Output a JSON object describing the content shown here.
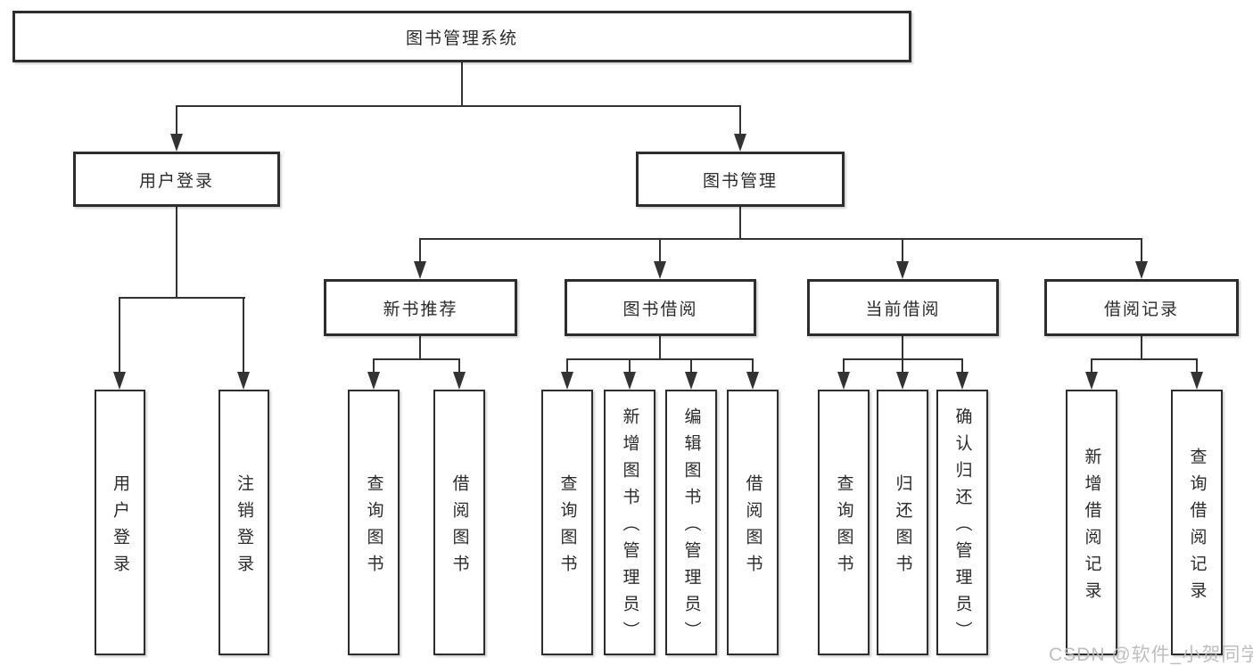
{
  "nodes": {
    "root": "图书管理系统",
    "user_login": "用户登录",
    "book_mgmt": "图书管理",
    "new_book_rec": "新书推荐",
    "book_borrow": "图书借阅",
    "current_borrow": "当前借阅",
    "borrow_records": "借阅记录",
    "leaf_user_login": "用户登录",
    "leaf_logout": "注销登录",
    "leaf_rec_query": "查询图书",
    "leaf_rec_borrow": "借阅图书",
    "leaf_bb_query": "查询图书",
    "leaf_bb_add": "新增图书（管理员）",
    "leaf_bb_edit": "编辑图书（管理员）",
    "leaf_bb_borrow": "借阅图书",
    "leaf_cb_query": "查询图书",
    "leaf_cb_return": "归还图书",
    "leaf_cb_confirm": "确认归还（管理员）",
    "leaf_br_add": "新增借阅记录",
    "leaf_br_query": "查询借阅记录"
  },
  "hierarchy": {
    "图书管理系统": {
      "用户登录": [
        "用户登录",
        "注销登录"
      ],
      "图书管理": {
        "新书推荐": [
          "查询图书",
          "借阅图书"
        ],
        "图书借阅": [
          "查询图书",
          "新增图书（管理员）",
          "编辑图书（管理员）",
          "借阅图书"
        ],
        "当前借阅": [
          "查询图书",
          "归还图书",
          "确认归还（管理员）"
        ],
        "借阅记录": [
          "新增借阅记录",
          "查询借阅记录"
        ]
      }
    }
  },
  "watermark": "CSDN @软件_小贺同学",
  "colors": {
    "line": "#333333",
    "box_border": "#2d2d2d",
    "box_fill": "#ffffff",
    "text": "#2b2b2b",
    "watermark": "#bababa"
  }
}
